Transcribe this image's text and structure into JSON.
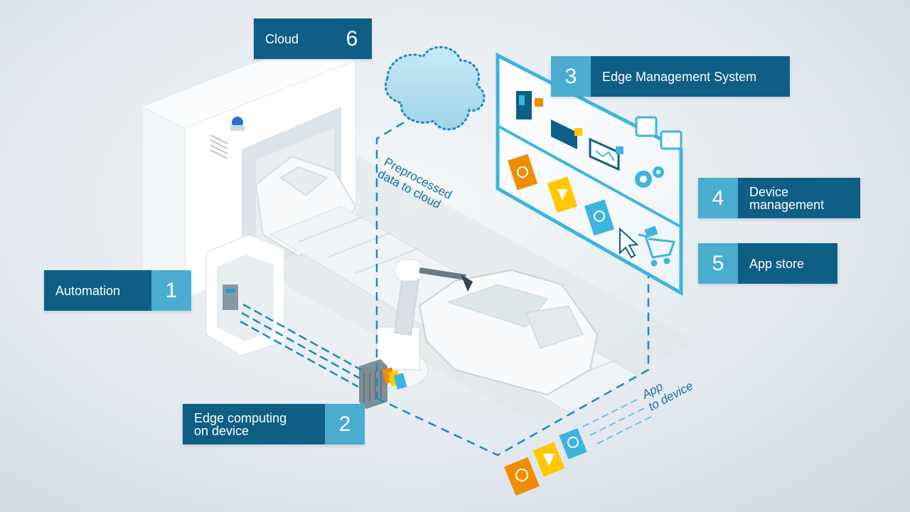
{
  "labels": {
    "cloud": {
      "text": "Cloud",
      "number": "6"
    },
    "ems": {
      "text": "Edge Management System",
      "number": "3"
    },
    "device_mgmt": {
      "text": "Device\nmanagement",
      "number": "4"
    },
    "app_store": {
      "text": "App store",
      "number": "5"
    },
    "automation": {
      "text": "Automation",
      "number": "1"
    },
    "edge_computing": {
      "text": "Edge computing\non device",
      "number": "2"
    }
  },
  "flows": {
    "to_cloud": "Preprocessed\ndata to cloud",
    "to_device": "App\nto device"
  },
  "colors": {
    "label_dark": "#0f5e85",
    "label_light": "#4aaccf",
    "dash": "#1f8ab8",
    "orange": "#f08c00",
    "yellow": "#ffc800",
    "cyan": "#3eb4de"
  }
}
